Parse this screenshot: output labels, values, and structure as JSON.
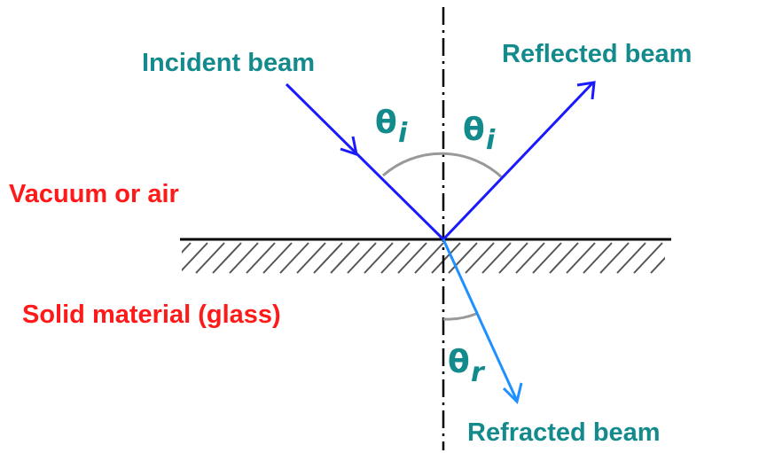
{
  "labels": {
    "incident": "Incident beam",
    "reflected": "Reflected beam",
    "refracted": "Refracted beam",
    "upper_medium": "Vacuum or air",
    "lower_medium": "Solid material (glass)"
  },
  "angles": {
    "incident_symbol": "θ",
    "incident_sub": "i",
    "reflected_symbol": "θ",
    "reflected_sub": "i",
    "refracted_symbol": "θ",
    "refracted_sub": "r"
  },
  "colors": {
    "label_teal": "#138a8c",
    "label_red": "#ff1a1a",
    "incident_beam": "#1a1aff",
    "refracted_beam": "#1e90ff",
    "angle_arc": "#999999"
  }
}
